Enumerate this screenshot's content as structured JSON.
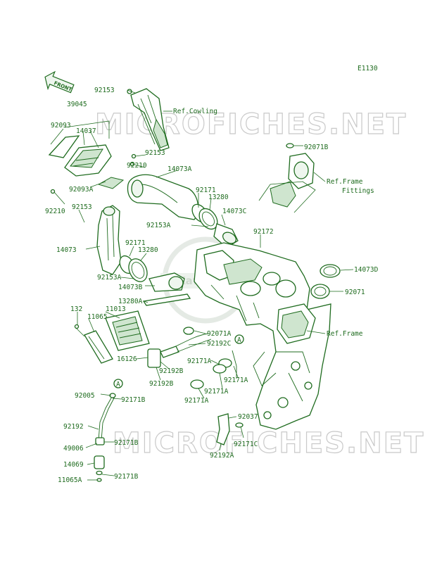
{
  "diagram_code": "E1130",
  "front_arrow_text": "FRONT",
  "watermark_text": "MICROFICHES.NET",
  "watermark_logo_text": "Kawasaki",
  "callouts": [
    "A",
    "A"
  ],
  "labels": {
    "l92153_top": "92153",
    "ref_cowling": "Ref.Cowling",
    "l39045": "39045",
    "l92093": "92093",
    "l14037": "14037",
    "l92153_b": "92153",
    "l92210_a": "92210",
    "l14073A": "14073A",
    "l92093A": "92093A",
    "l92210_b": "92210",
    "l92171_a": "92171",
    "l13280_a": "13280",
    "l92153_c": "92153",
    "l14073C": "14073C",
    "l92153A_a": "92153A",
    "l92172": "92172",
    "l14073": "14073",
    "l92171_b": "92171",
    "l13280_b": "13280",
    "l92153A_b": "92153A",
    "l14073B": "14073B",
    "l13280A": "13280A",
    "l92071B": "92071B",
    "ref_frame_fittings_1": "Ref.Frame",
    "ref_frame_fittings_2": "Fittings",
    "l14073D": "14073D",
    "l92071": "92071",
    "ref_frame": "Ref.Frame",
    "l132": "132",
    "l11013": "11013",
    "l11065": "11065",
    "l92071A": "92071A",
    "l92192C": "92192C",
    "l16126": "16126",
    "l92171A_a": "92171A",
    "l92192B_a": "92192B",
    "l92192B_b": "92192B",
    "l92171A_b": "92171A",
    "l92171A_c": "92171A",
    "l92171A_d": "92171A",
    "l92005": "92005",
    "l92171B_a": "92171B",
    "l92192": "92192",
    "l49006": "49006",
    "l92171B_b": "92171B",
    "l14069": "14069",
    "l11065A": "11065A",
    "l92171B_c": "92171B",
    "l92037": "92037",
    "l92171C": "92171C",
    "l92192A": "92192A"
  }
}
